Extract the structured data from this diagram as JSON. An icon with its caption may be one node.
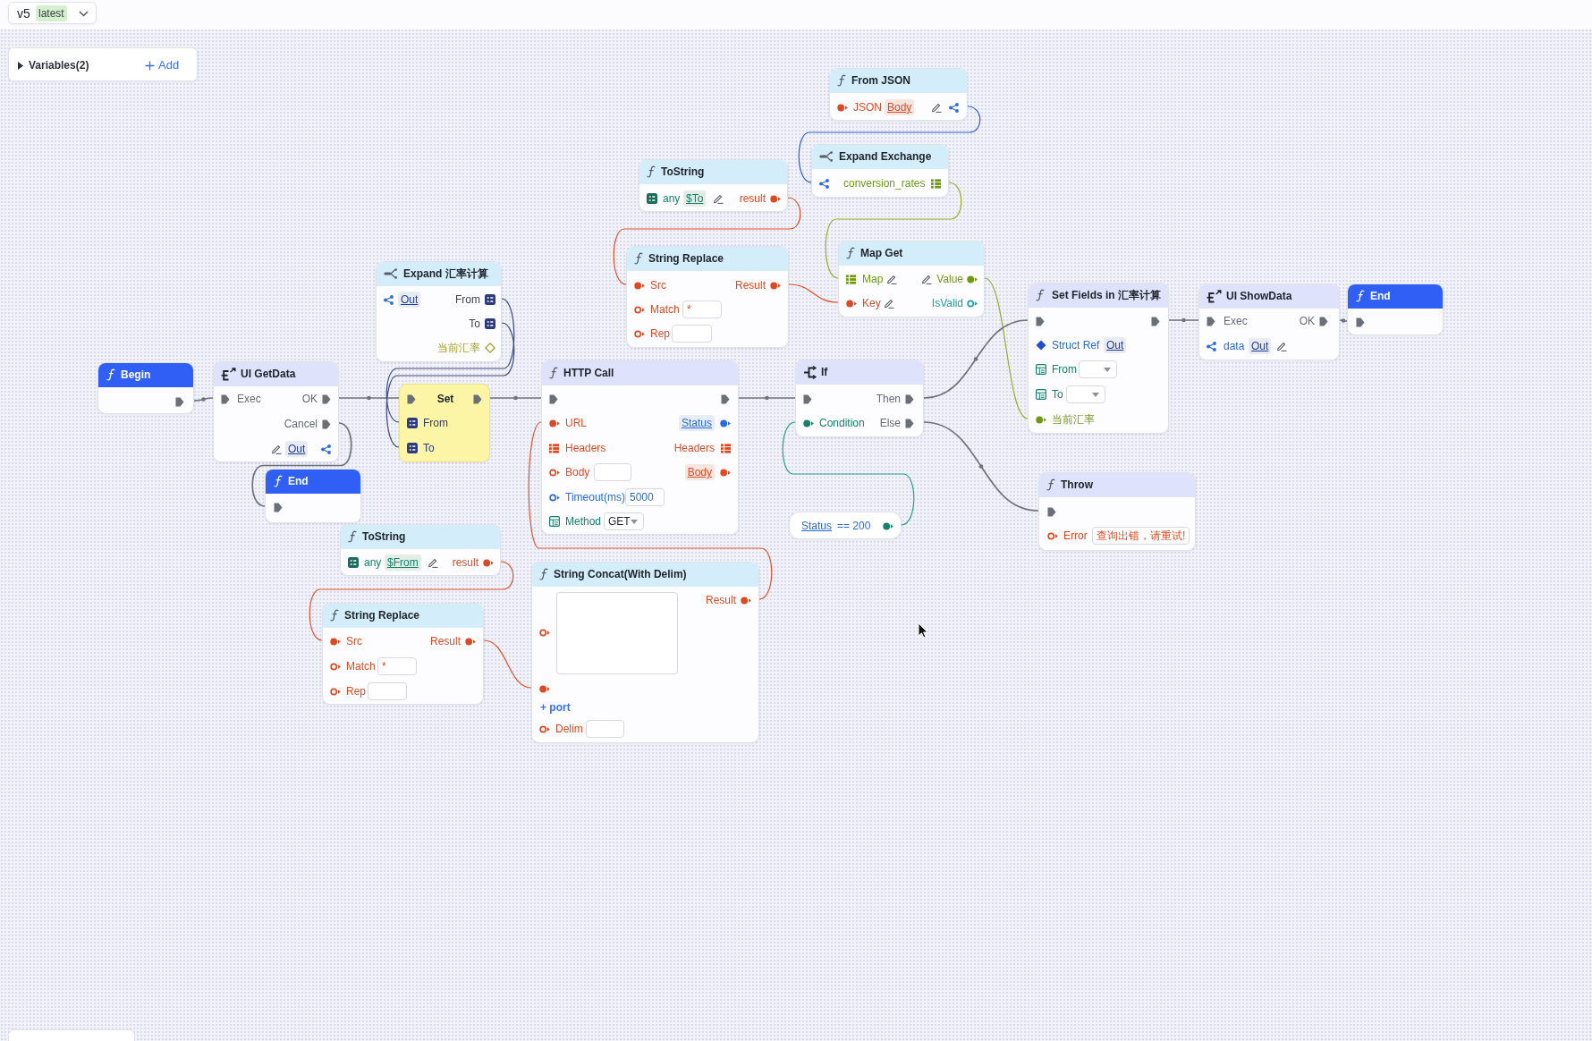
{
  "diagram": {
    "nodes": [
      {
        "text": [
          "v5",
          "latest"
        ]
      },
      {
        "text": [
          "Variables(2)",
          "Add"
        ]
      },
      {
        "text": [
          "Begin"
        ]
      },
      {
        "text": [
          "UI GetData",
          "Exec",
          "OK",
          "Cancel",
          "Out"
        ]
      },
      {
        "text": [
          "End"
        ]
      },
      {
        "text": [
          "Expand 汇率计算",
          "Out",
          "From",
          "To",
          "当前汇率"
        ]
      },
      {
        "text": [
          "Set",
          "From",
          "To"
        ]
      },
      {
        "text": [
          "ToString",
          "any",
          "$From",
          "result"
        ]
      },
      {
        "text": [
          "String Replace",
          "Src",
          "Result",
          "Match",
          "*",
          "Rep"
        ]
      },
      {
        "text": [
          "String Concat(With Delim)",
          "Result",
          "+ port",
          "Delim"
        ]
      },
      {
        "text": [
          "HTTP Call",
          "URL",
          "Status",
          "Headers",
          "Headers",
          "Body",
          "Body",
          "Timeout(ms)",
          "5000",
          "Method",
          "GET"
        ]
      },
      {
        "text": [
          "ToString",
          "any",
          "$To",
          "result"
        ]
      },
      {
        "text": [
          "String Replace",
          "Src",
          "Result",
          "Match",
          "*",
          "Rep"
        ]
      },
      {
        "text": [
          "From JSON",
          "JSON",
          "Body"
        ]
      },
      {
        "text": [
          "Expand Exchange",
          "conversion_rates"
        ]
      },
      {
        "text": [
          "Map Get",
          "Map",
          "Value",
          "Key",
          "IsValid"
        ]
      },
      {
        "text": [
          "If",
          "Then",
          "Condition",
          "Else"
        ]
      },
      {
        "text": [
          "Status",
          "== 200"
        ]
      },
      {
        "text": [
          "Set Fields in 汇率计算",
          "Struct Ref",
          "Out",
          "From",
          "To",
          "当前汇率"
        ]
      },
      {
        "text": [
          "UI ShowData",
          "Exec",
          "OK",
          "data",
          "Out"
        ]
      },
      {
        "text": [
          "End"
        ]
      },
      {
        "text": [
          "Throw",
          "Error",
          "查询出错，请重试!"
        ]
      }
    ],
    "edges": [
      {
        "from": 2,
        "to": 3,
        "arrow": "none"
      },
      {
        "from": 3,
        "to": 6,
        "arrow": "none"
      },
      {
        "from": 3,
        "to": 4,
        "arrow": "none"
      },
      {
        "from": 5,
        "to": 6,
        "arrow": "none",
        "color": "#3b4a80"
      },
      {
        "from": 5,
        "to": 6,
        "arrow": "none",
        "color": "#3b4a80"
      },
      {
        "from": 6,
        "to": 10,
        "arrow": "none"
      },
      {
        "from": 7,
        "to": 8,
        "arrow": "none",
        "color": "#e0532f"
      },
      {
        "from": 8,
        "to": 9,
        "arrow": "none",
        "color": "#e0532f"
      },
      {
        "from": 9,
        "to": 10,
        "arrow": "none",
        "color": "#e0532f"
      },
      {
        "from": 10,
        "to": 16,
        "arrow": "none"
      },
      {
        "from": 11,
        "to": 12,
        "arrow": "none",
        "color": "#e0532f"
      },
      {
        "from": 12,
        "to": 15,
        "arrow": "none",
        "color": "#e0532f"
      },
      {
        "from": 13,
        "to": 14,
        "arrow": "none",
        "color": "#2f5fd3"
      },
      {
        "from": 14,
        "to": 15,
        "arrow": "none",
        "color": "#9aac2c"
      },
      {
        "from": 15,
        "to": 18,
        "arrow": "none",
        "color": "#9aac2c"
      },
      {
        "from": 17,
        "to": 16,
        "arrow": "none",
        "color": "#26a08e"
      },
      {
        "from": 16,
        "to": 18,
        "arrow": "none"
      },
      {
        "from": 16,
        "to": 21,
        "arrow": "none"
      },
      {
        "from": 18,
        "to": 19,
        "arrow": "none"
      },
      {
        "from": 19,
        "to": 20,
        "arrow": "none"
      }
    ]
  }
}
